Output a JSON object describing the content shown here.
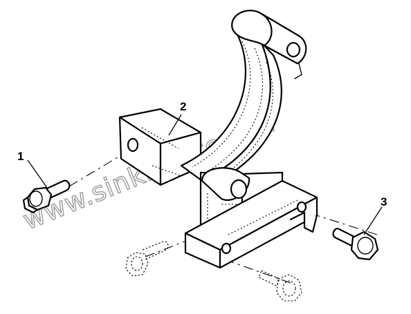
{
  "callouts": [
    {
      "id": "1",
      "label": "1"
    },
    {
      "id": "2",
      "label": "2"
    },
    {
      "id": "3",
      "label": "3"
    }
  ],
  "watermark": "www.sinkron-too.kz"
}
